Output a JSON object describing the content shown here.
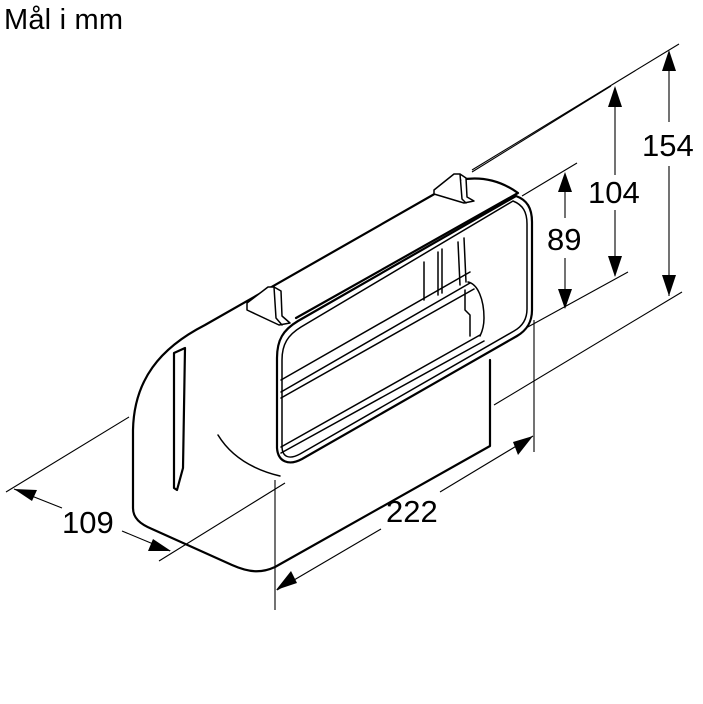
{
  "title": "Mål i mm",
  "dimensions": {
    "depth": "109",
    "length": "222",
    "height_opening": "89",
    "height_body": "104",
    "height_total": "154"
  },
  "unit": "mm",
  "colors": {
    "line": "#000000",
    "background": "#ffffff"
  }
}
